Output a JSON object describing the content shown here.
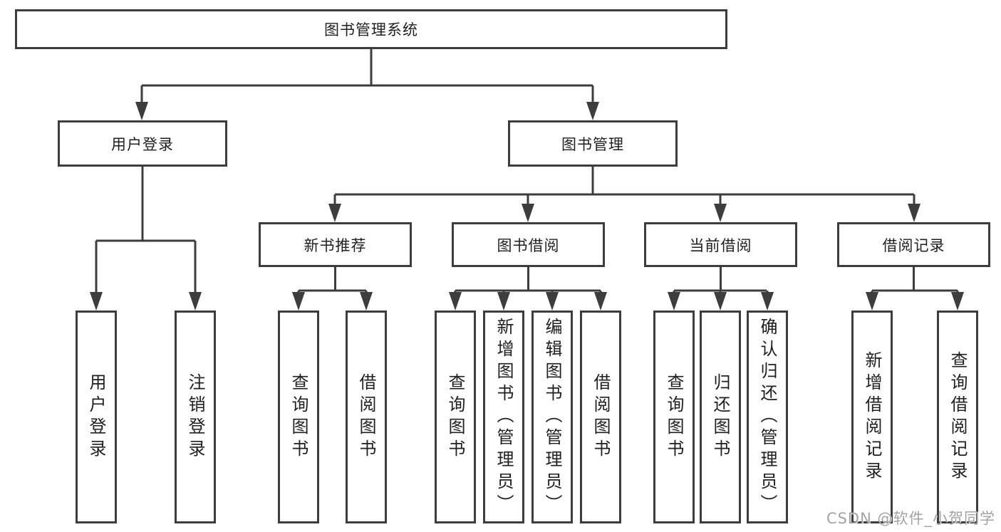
{
  "tree": {
    "root": {
      "label": "图书管理系统"
    },
    "user_login": {
      "label": "用户登录",
      "children": [
        "用户登录",
        "注销登录"
      ]
    },
    "book_management": {
      "label": "图书管理",
      "sections": [
        {
          "label": "新书推荐",
          "children": [
            "查询图书",
            "借阅图书"
          ]
        },
        {
          "label": "图书借阅",
          "children": [
            "查询图书",
            "新增图书（管理员）",
            "编辑图书（管理员）",
            "借阅图书"
          ]
        },
        {
          "label": "当前借阅",
          "children": [
            "查询图书",
            "归还图书",
            "确认归还（管理员）"
          ]
        },
        {
          "label": "借阅记录",
          "children": [
            "新增借阅记录",
            "查询借阅记录"
          ]
        }
      ]
    }
  },
  "watermark": "CSDN @软件_小贺同学",
  "colors": {
    "line": "#3d3d3d",
    "box_border": "#3d3d3d",
    "text": "#1f1f1f",
    "watermark": "#9e9e9e",
    "background": "#ffffff"
  }
}
